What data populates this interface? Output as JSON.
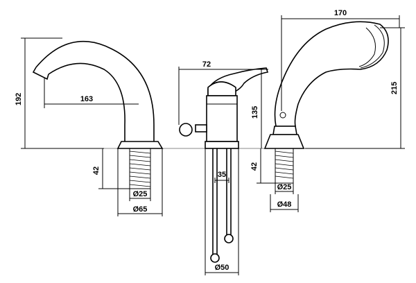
{
  "dimensions": {
    "spout_height": "192",
    "spout_reach": "163",
    "spout_thread_len": "42",
    "spout_thread_dia": "Ø25",
    "spout_base_dia": "Ø65",
    "mixer_handle": "72",
    "mixer_height": "135",
    "mixer_pipe_gap": "35",
    "mixer_pipe_dia": "Ø50",
    "shower_length": "170",
    "shower_height": "215",
    "shower_thread_len": "42",
    "shower_thread_dia": "Ø25",
    "shower_base_dia": "Ø48"
  }
}
